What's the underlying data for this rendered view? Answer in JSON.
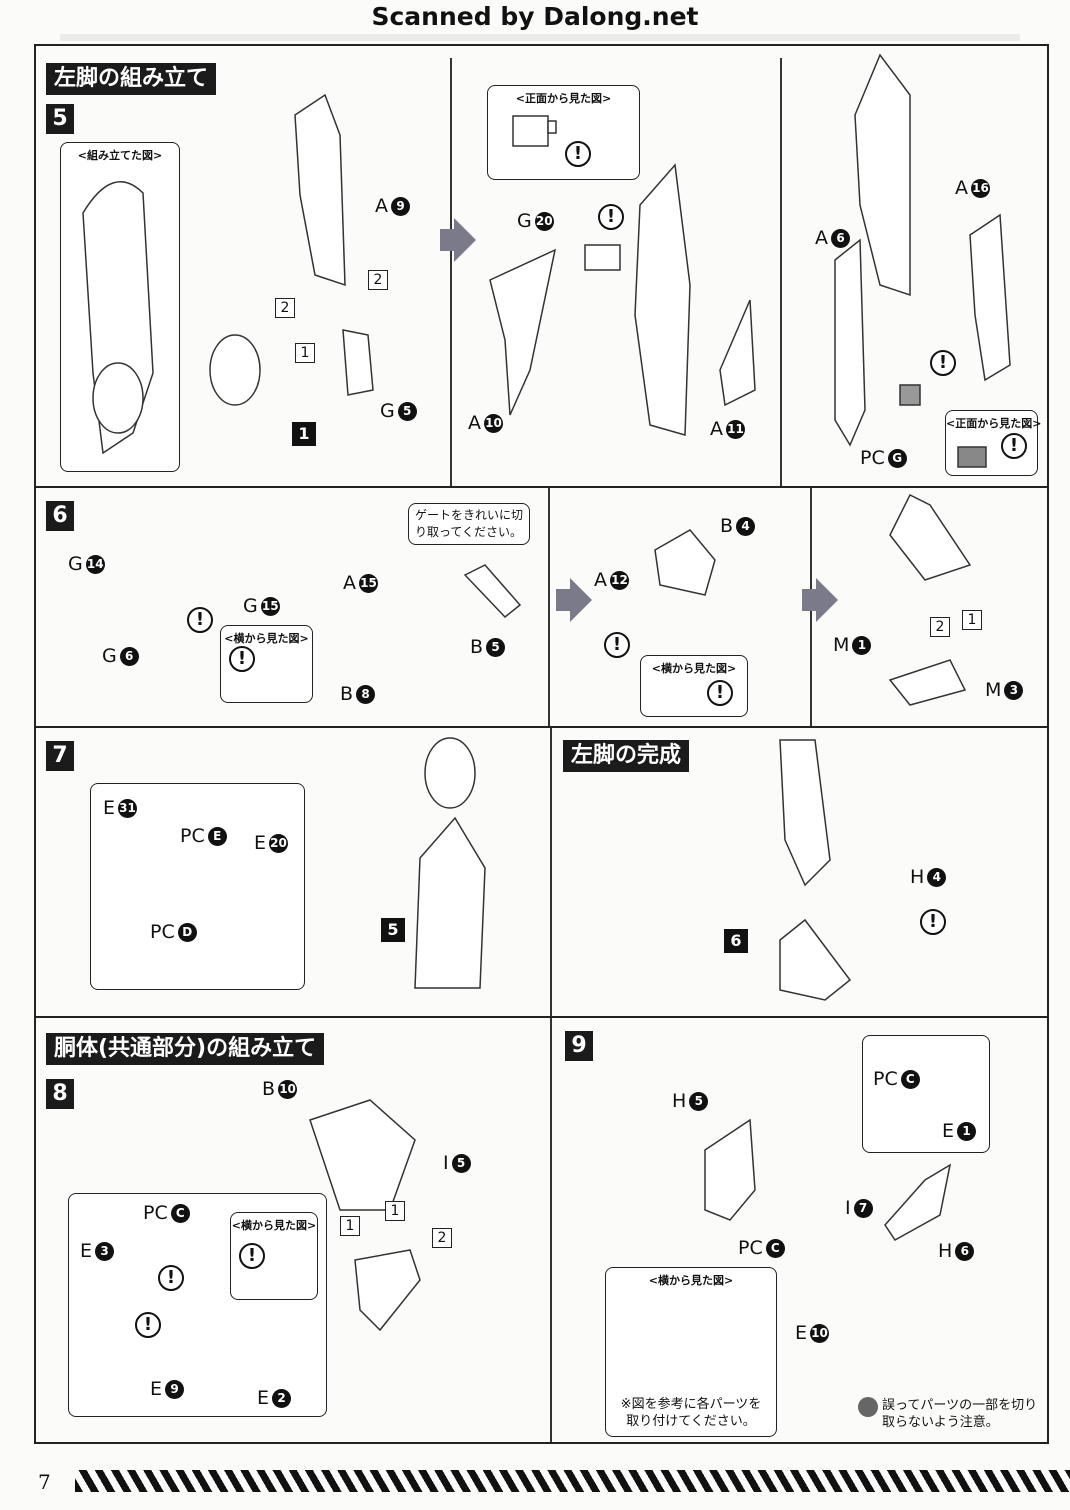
{
  "header": {
    "scan_credit": "Scanned by Dalong.net"
  },
  "sections": {
    "left_leg_assembly": "左脚の組み立て",
    "left_leg_complete": "左脚の完成",
    "torso_assembly": "胴体(共通部分)の組み立て"
  },
  "steps": [
    "5",
    "6",
    "7",
    "8",
    "9"
  ],
  "views": {
    "assembled": "<組み立てた図>",
    "front": "<正面から見た図>",
    "side": "<横から見た図>"
  },
  "notes": {
    "gate": "ゲートをきれいに切り取ってください。",
    "refer": "※図を参考に各パーツを取り付けてください。",
    "caution": "誤ってパーツの一部を切り取らないよう注意。"
  },
  "warning_symbol": "!",
  "order": {
    "one": "1",
    "two": "2"
  },
  "parts": {
    "A9": {
      "l": "A",
      "n": "9"
    },
    "G5": {
      "l": "G",
      "n": "5"
    },
    "G20": {
      "l": "G",
      "n": "20"
    },
    "A10": {
      "l": "A",
      "n": "10"
    },
    "A11": {
      "l": "A",
      "n": "11"
    },
    "A6": {
      "l": "A",
      "n": "6"
    },
    "A16": {
      "l": "A",
      "n": "16"
    },
    "PCG": {
      "l": "PC",
      "n": "G"
    },
    "G14": {
      "l": "G",
      "n": "14"
    },
    "G15": {
      "l": "G",
      "n": "15"
    },
    "G6": {
      "l": "G",
      "n": "6"
    },
    "A15": {
      "l": "A",
      "n": "15"
    },
    "B5": {
      "l": "B",
      "n": "5"
    },
    "B8": {
      "l": "B",
      "n": "8"
    },
    "A12": {
      "l": "A",
      "n": "12"
    },
    "B4": {
      "l": "B",
      "n": "4"
    },
    "M1": {
      "l": "M",
      "n": "1"
    },
    "M3": {
      "l": "M",
      "n": "3"
    },
    "E31": {
      "l": "E",
      "n": "31"
    },
    "PCE": {
      "l": "PC",
      "n": "E"
    },
    "E20": {
      "l": "E",
      "n": "20"
    },
    "PCD": {
      "l": "PC",
      "n": "D"
    },
    "H4": {
      "l": "H",
      "n": "4"
    },
    "B10": {
      "l": "B",
      "n": "10"
    },
    "I5": {
      "l": "I",
      "n": "5"
    },
    "PCC": {
      "l": "PC",
      "n": "C"
    },
    "E3": {
      "l": "E",
      "n": "3"
    },
    "E9": {
      "l": "E",
      "n": "9"
    },
    "E2": {
      "l": "E",
      "n": "2"
    },
    "H5": {
      "l": "H",
      "n": "5"
    },
    "E1": {
      "l": "E",
      "n": "1"
    },
    "I7": {
      "l": "I",
      "n": "7"
    },
    "H6": {
      "l": "H",
      "n": "6"
    },
    "E10": {
      "l": "E",
      "n": "10"
    }
  },
  "footer": {
    "page_number": "7"
  }
}
